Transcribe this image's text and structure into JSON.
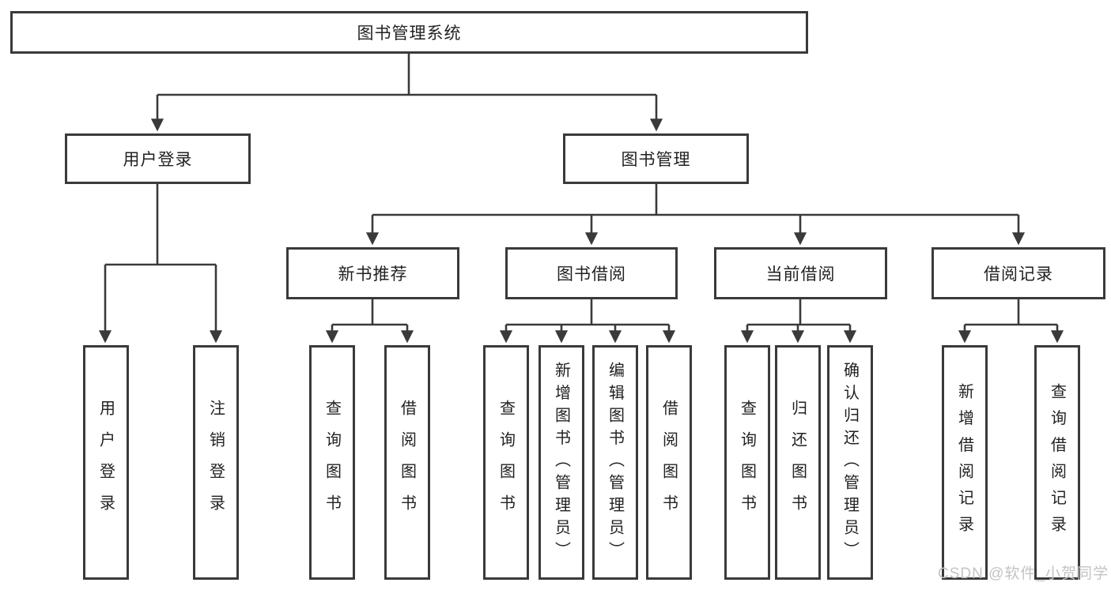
{
  "root": {
    "label": "图书管理系统"
  },
  "level2": {
    "user_login": {
      "label": "用户登录"
    },
    "book_mgmt": {
      "label": "图书管理"
    }
  },
  "level3": {
    "new_books": {
      "label": "新书推荐"
    },
    "borrowing": {
      "label": "图书借阅"
    },
    "current": {
      "label": "当前借阅"
    },
    "records": {
      "label": "借阅记录"
    }
  },
  "leaves": {
    "login": [
      "用户登录",
      "注销登录"
    ],
    "new_books": [
      "查询图书",
      "借阅图书"
    ],
    "borrowing": [
      "查询图书",
      "新增图书（管理员）",
      "编辑图书（管理员）",
      "借阅图书"
    ],
    "current": [
      "查询图书",
      "归还图书",
      "确认归还（管理员）"
    ],
    "records": [
      "新增借阅记录",
      "查询借阅记录"
    ]
  },
  "watermark": "CSDN @软件_小贺同学",
  "colors": {
    "line": "#3a3a3a",
    "box_border": "#3a3a3a",
    "text": "#222222",
    "watermark": "#c3c3c3",
    "background": "#ffffff"
  }
}
